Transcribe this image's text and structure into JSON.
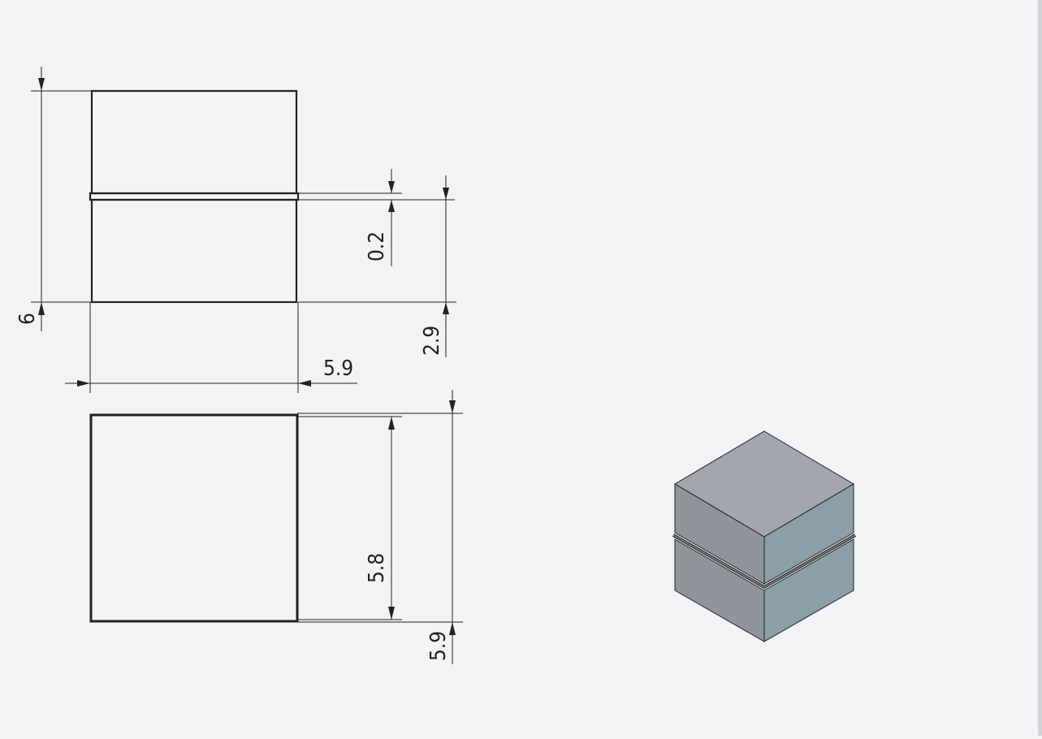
{
  "drawing": {
    "dimensions": {
      "front_total_height": "6",
      "front_gap": "0.2",
      "front_lower_height": "2.9",
      "front_width": "5.9",
      "top_inner_depth": "5.8",
      "top_outer_depth": "5.9"
    },
    "colors": {
      "background": "#f1f3f5",
      "line": "#222222",
      "iso_top": "#a2a7ae",
      "iso_left": "#8f959b",
      "iso_right": "#8c9ea6"
    }
  }
}
